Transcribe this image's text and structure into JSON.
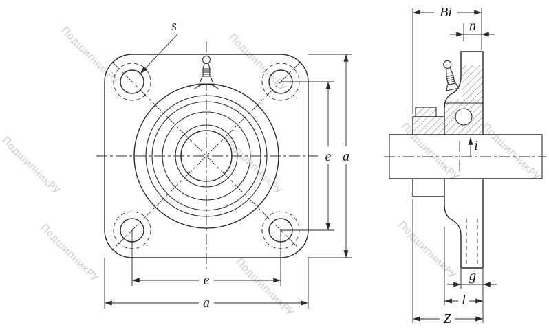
{
  "drawing": {
    "type": "technical-drawing",
    "subject": "4-bolt square flange bearing unit (UCF type): front view and side section view"
  },
  "watermark": {
    "text": "ПодшипникРУ",
    "color": "#c7c7c7"
  },
  "front_view": {
    "name": "front view of square flange unit",
    "labels": {
      "s": "s",
      "e_vertical": "e",
      "a_vertical": "a",
      "e_horizontal": "e",
      "a_horizontal": "a"
    }
  },
  "side_view": {
    "name": "side section view with shaft and grease fitting",
    "labels": {
      "Bi": "Bi",
      "n": "n",
      "i": "i",
      "g": "g",
      "l": "l",
      "Z": "Z"
    }
  },
  "colors": {
    "line": "#2a2a2a",
    "background": "#ffffff",
    "watermark": "#c7c7c7"
  }
}
